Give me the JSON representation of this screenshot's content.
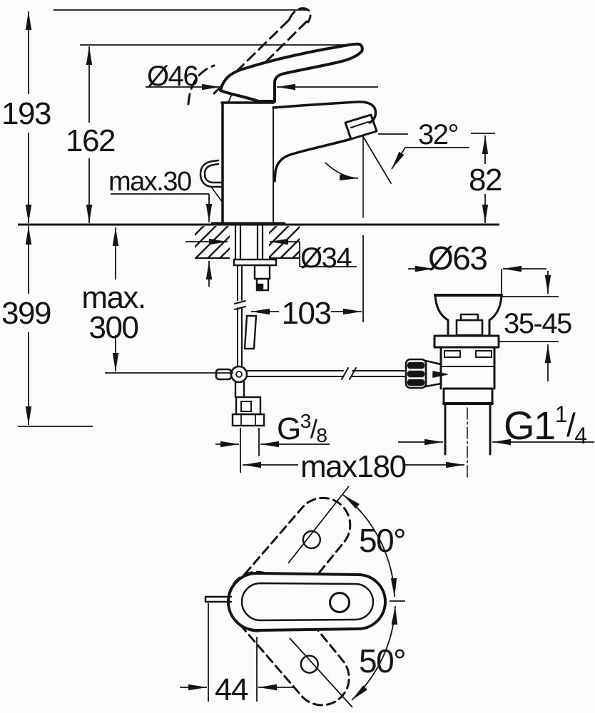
{
  "colors": {
    "ink": "#141414",
    "background": "#fbfbfb"
  },
  "labels": {
    "height_total": "193",
    "height_to_lever": "162",
    "cartridge_diameter": "Ø46",
    "deck_thickness_max": "max.30",
    "spout_angle": "32°",
    "outlet_height": "82",
    "hole_diameter": "Ø34",
    "spout_projection": "103",
    "hose_max_line1": "max.",
    "hose_max_line2": "300",
    "depth_total": "399",
    "waste_flange_diameter": "Ø63",
    "mount_thickness_range": "35-45",
    "supply_thread_prefix": "G",
    "supply_thread_sup": "3",
    "supply_thread_slash": "/",
    "supply_thread_sub": "8",
    "waste_thread_prefix": "G1",
    "waste_thread_sup": "1",
    "waste_thread_slash": "/",
    "waste_thread_sub": "4",
    "rod_reach_max": "max180",
    "handle_swing_upper": "50°",
    "handle_swing_lower": "50°",
    "handle_offset": "44"
  }
}
